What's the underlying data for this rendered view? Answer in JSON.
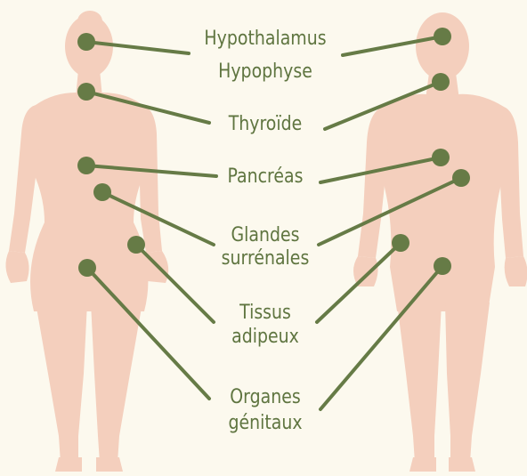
{
  "colors": {
    "background": "#fcf9ee",
    "body": "#f4cfbd",
    "accent": "#667b46",
    "text": "#5f7540"
  },
  "labels": {
    "hypothalamus": "Hypothalamus",
    "hypophyse": "Hypophyse",
    "thyroide": "Thyroïde",
    "pancreas": "Pancréas",
    "glandes": "Glandes",
    "surrenales": "surrénales",
    "tissus": "Tissus",
    "adipeux": "adipeux",
    "organes": "Organes",
    "genitaux": "génitaux"
  }
}
